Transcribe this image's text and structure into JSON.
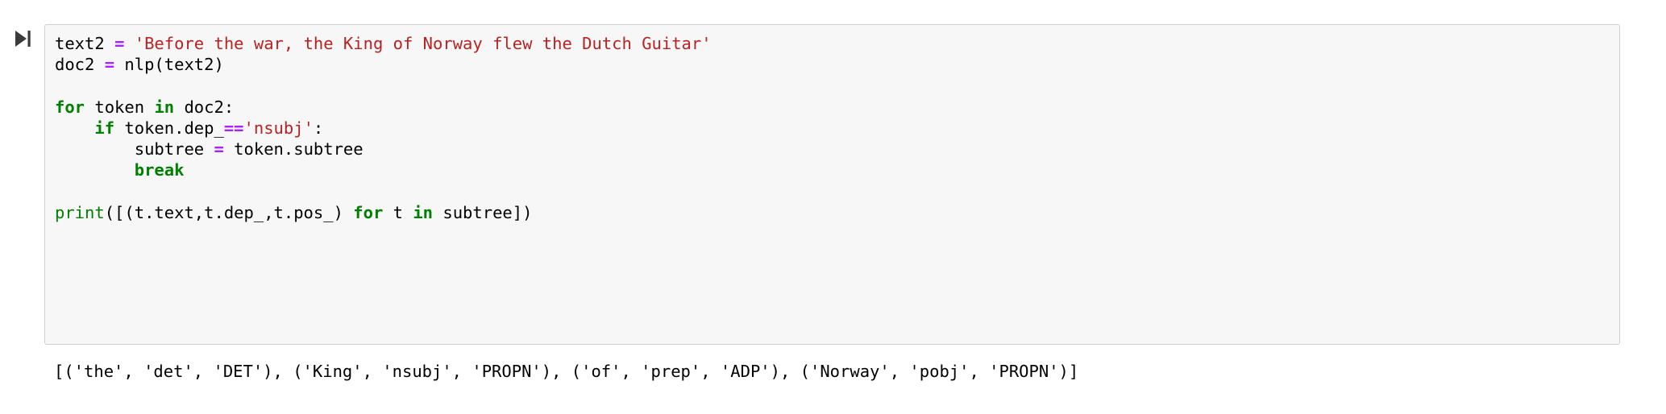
{
  "cell": {
    "run_icon_name": "run-cell-icon",
    "background_color": "#f7f7f7",
    "border_color": "#cfcfcf",
    "code_lines": [
      [
        {
          "t": "text2 ",
          "c": "plain"
        },
        {
          "t": "=",
          "c": "op"
        },
        {
          "t": " ",
          "c": "plain"
        },
        {
          "t": "'Before the war, the King of Norway flew the Dutch Guitar'",
          "c": "str"
        }
      ],
      [
        {
          "t": "doc2 ",
          "c": "plain"
        },
        {
          "t": "=",
          "c": "op"
        },
        {
          "t": " nlp(text2)",
          "c": "plain"
        }
      ],
      [],
      [
        {
          "t": "for",
          "c": "kw"
        },
        {
          "t": " token ",
          "c": "plain"
        },
        {
          "t": "in",
          "c": "kw"
        },
        {
          "t": " doc2:",
          "c": "plain"
        }
      ],
      [
        {
          "t": "    ",
          "c": "plain"
        },
        {
          "t": "if",
          "c": "kw"
        },
        {
          "t": " token.dep_",
          "c": "plain"
        },
        {
          "t": "==",
          "c": "op"
        },
        {
          "t": "'nsubj'",
          "c": "str"
        },
        {
          "t": ":",
          "c": "plain"
        }
      ],
      [
        {
          "t": "        subtree ",
          "c": "plain"
        },
        {
          "t": "=",
          "c": "op"
        },
        {
          "t": " token.subtree",
          "c": "plain"
        }
      ],
      [
        {
          "t": "        ",
          "c": "plain"
        },
        {
          "t": "break",
          "c": "kw"
        }
      ],
      [],
      [
        {
          "t": "print",
          "c": "builtin"
        },
        {
          "t": "([(t.text,t.dep_,t.pos_) ",
          "c": "plain"
        },
        {
          "t": "for",
          "c": "kw"
        },
        {
          "t": " t ",
          "c": "plain"
        },
        {
          "t": "in",
          "c": "kw"
        },
        {
          "t": " subtree])",
          "c": "plain"
        }
      ]
    ]
  },
  "output": {
    "text": "[('the', 'det', 'DET'), ('King', 'nsubj', 'PROPN'), ('of', 'prep', 'ADP'), ('Norway', 'pobj', 'PROPN')]"
  },
  "colors": {
    "keyword": "#008000",
    "string": "#BA2121",
    "operator": "#AA22FF",
    "plain": "#000000",
    "cell_bg": "#f7f7f7",
    "page_bg": "#ffffff"
  }
}
